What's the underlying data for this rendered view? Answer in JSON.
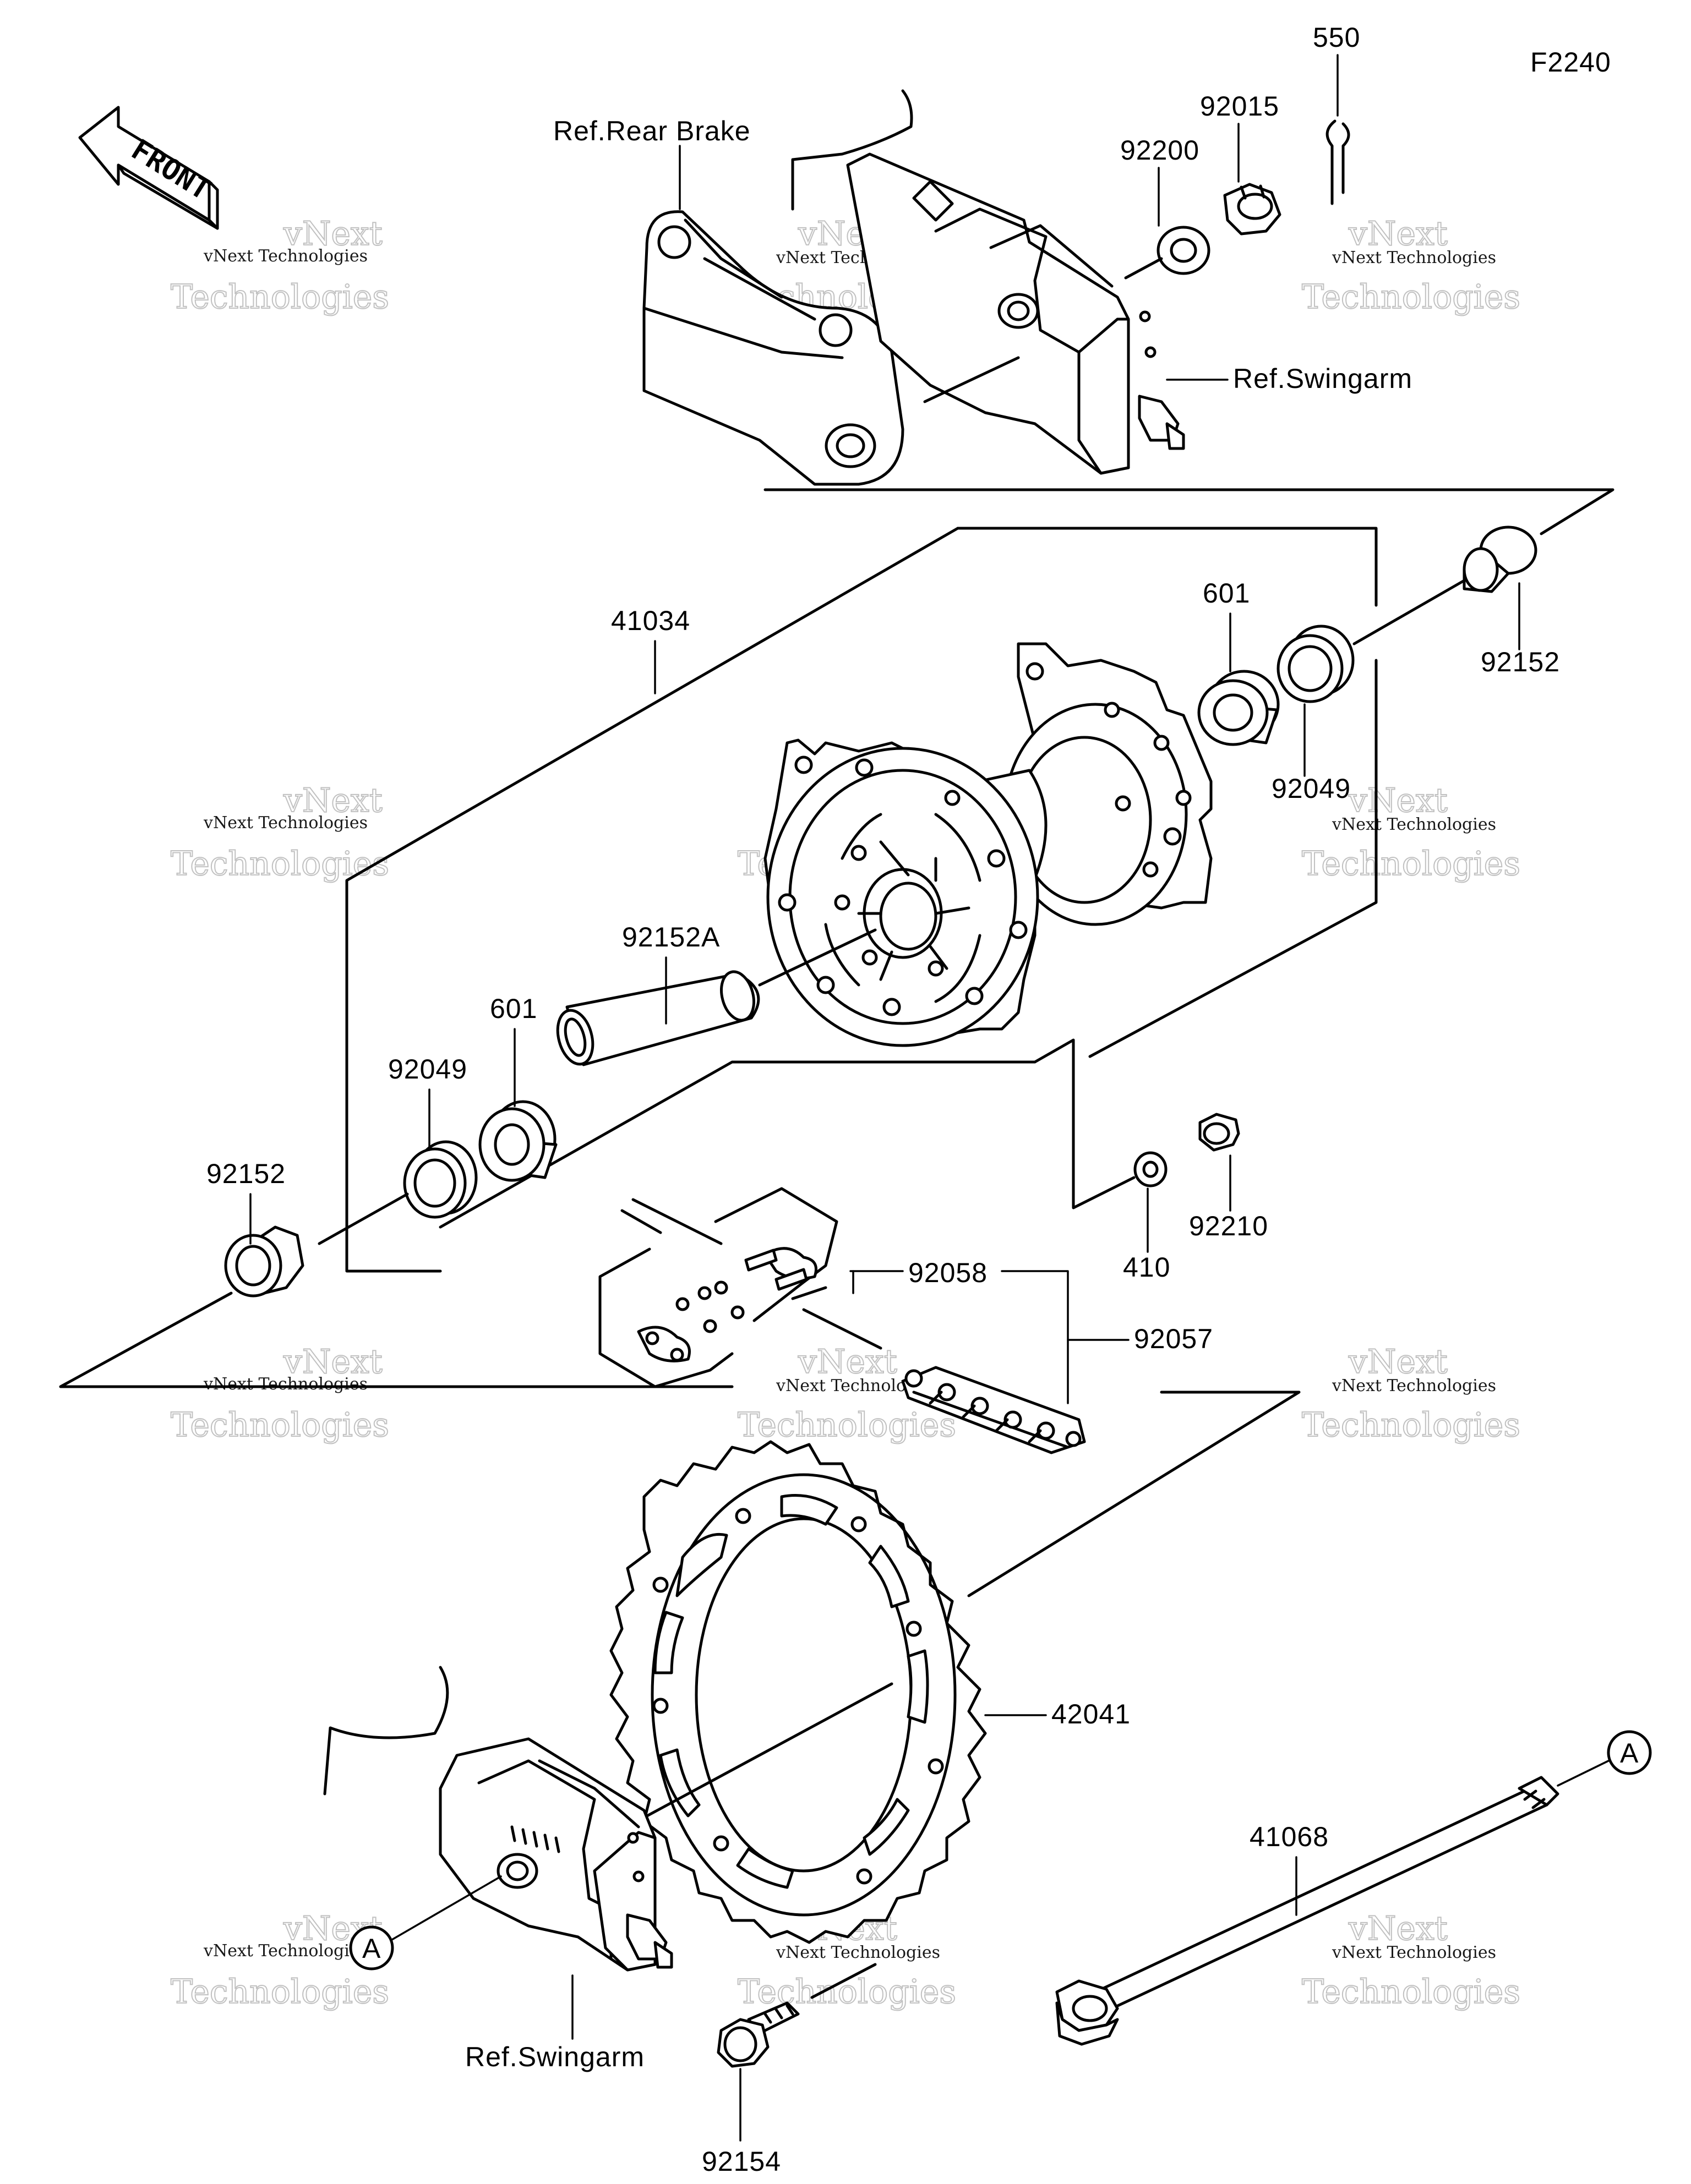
{
  "figure_code": "F2240",
  "front_badge": "FRONT",
  "watermark": {
    "brand_top": "vNext",
    "brand_line": "vNext Technologies",
    "brand_bottom": "Technologies"
  },
  "references": {
    "rear_brake": "Ref.Rear Brake",
    "swingarm_top": "Ref.Swingarm",
    "swingarm_bottom": "Ref.Swingarm"
  },
  "callouts": {
    "p550": "550",
    "p92015": "92015",
    "p92200": "92200",
    "p92152_right": "92152",
    "p601_right": "601",
    "p92049_right": "92049",
    "p41034": "41034",
    "p92152A": "92152A",
    "p601_left": "601",
    "p92049_left": "92049",
    "p92152_left": "92152",
    "p410": "410",
    "p92210": "92210",
    "p92058": "92058",
    "p92057": "92057",
    "p42041": "42041",
    "p41068": "41068",
    "p92154": "92154",
    "marker_a_axle": "A",
    "marker_a_swingarm": "A"
  }
}
